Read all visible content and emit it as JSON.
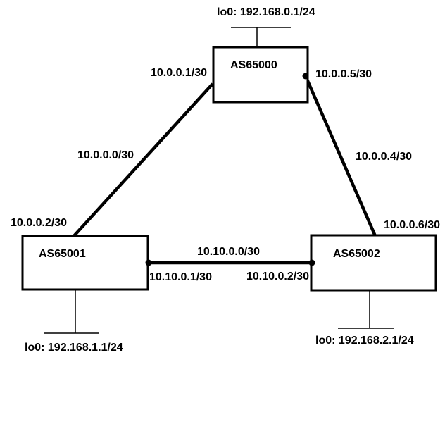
{
  "diagram_type": "bgp-network-topology",
  "colors": {
    "line": "#000000",
    "text": "#000000",
    "background": "#ffffff"
  },
  "nodes": [
    {
      "id": "as65000",
      "label": "AS65000",
      "loopback_label": "lo0: 192.168.0.1/24"
    },
    {
      "id": "as65001",
      "label": "AS65001",
      "loopback_label": "lo0: 192.168.1.1/24"
    },
    {
      "id": "as65002",
      "label": "AS65002",
      "loopback_label": "lo0: 192.168.2.1/24"
    }
  ],
  "links": [
    {
      "between": [
        "AS65001",
        "AS65000"
      ],
      "subnet_label": "10.0.0.0/30",
      "interface_labels": {
        "as65000_side": "10.0.0.1/30",
        "as65001_side": "10.0.0.2/30"
      }
    },
    {
      "between": [
        "AS65000",
        "AS65002"
      ],
      "subnet_label": "10.0.0.4/30",
      "interface_labels": {
        "as65000_side": "10.0.0.5/30",
        "as65002_side": "10.0.0.6/30"
      }
    },
    {
      "between": [
        "AS65001",
        "AS65002"
      ],
      "subnet_label": "10.10.0.0/30",
      "interface_labels": {
        "as65001_side": "10.10.0.1/30",
        "as65002_side": "10.10.0.2/30"
      }
    }
  ]
}
